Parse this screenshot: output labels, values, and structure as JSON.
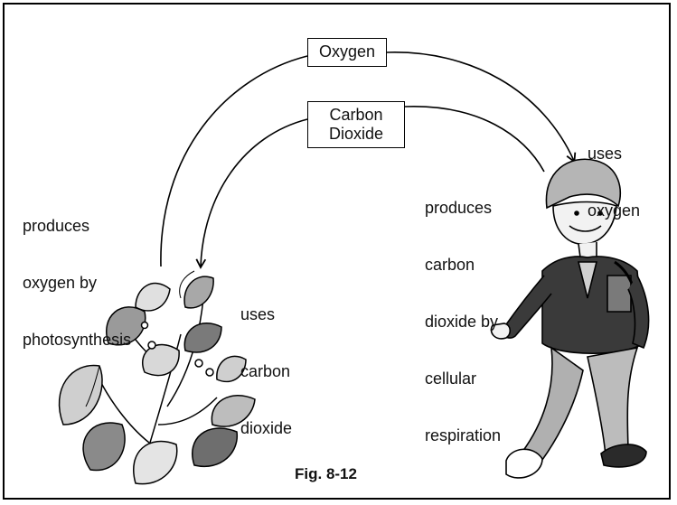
{
  "boxes": {
    "oxygen": "Oxygen",
    "carbon_dioxide_line1": "Carbon",
    "carbon_dioxide_line2": "Dioxide"
  },
  "labels": {
    "plant_produces": [
      "produces",
      "oxygen by",
      "photosynthesis"
    ],
    "plant_uses": [
      "uses",
      "carbon",
      "dioxide"
    ],
    "person_uses": [
      "uses",
      "oxygen"
    ],
    "person_produces": [
      "produces",
      "carbon",
      "dioxide by",
      "cellular",
      "respiration"
    ]
  },
  "caption": "Fig. 8-12",
  "icons": [
    "plant-illustration",
    "walking-person-illustration"
  ]
}
